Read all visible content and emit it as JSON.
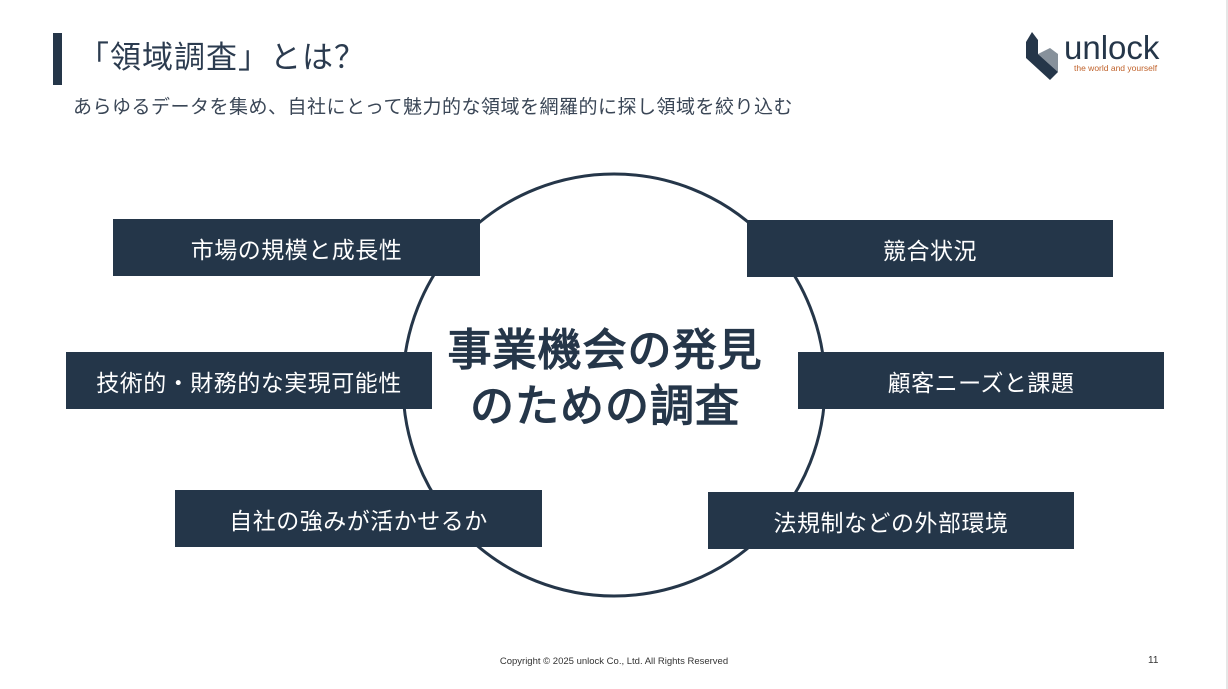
{
  "slide": {
    "title": "「領域調査」とは？",
    "subtitle": "あらゆるデータを集め、自社にとって魅力的な領域を網羅的に探し領域を絞り込む",
    "page_number": "11"
  },
  "logo": {
    "wordmark": "unlock",
    "tagline": "the world and yourself",
    "icon": "unlock-logo-mark-icon"
  },
  "diagram": {
    "center_line1": "事業機会の発見",
    "center_line2": "のための調査",
    "items": [
      "市場の規模と成長性",
      "競合状況",
      "技術的・財務的な実現可能性",
      "顧客ニーズと課題",
      "自社の強みが活かせるか",
      "法規制などの外部環境"
    ]
  },
  "footer": {
    "copyright": "Copyright © 2025 unlock Co., Ltd. All Rights Reserved"
  },
  "colors": {
    "navy": "#243649",
    "accent_orange": "#c0622b",
    "text": "#2b3b4f"
  }
}
